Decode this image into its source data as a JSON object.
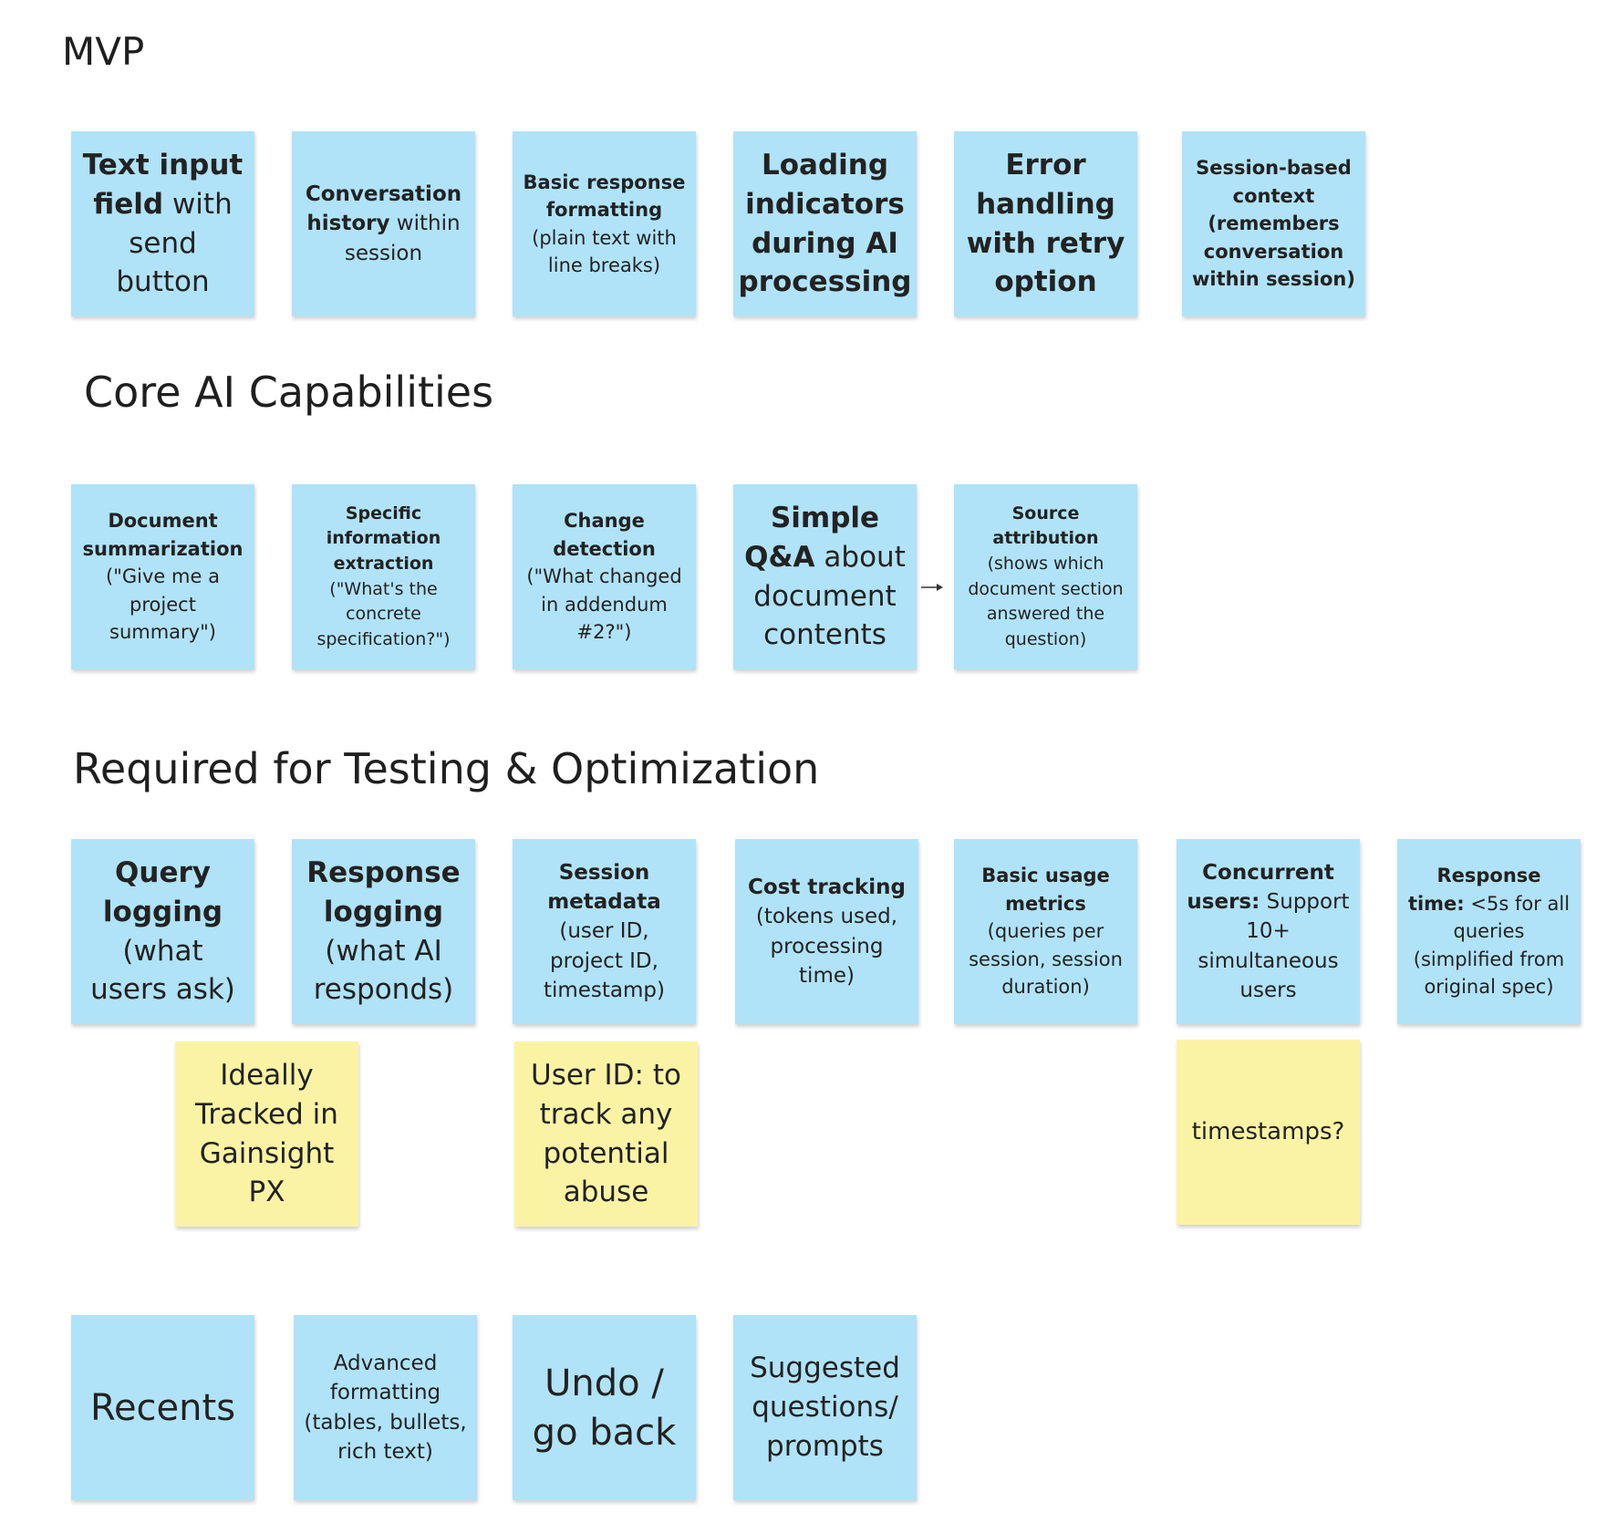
{
  "headings": {
    "mvp": "MVP",
    "core": "Core AI Capabilities",
    "testing": "Required for Testing & Optimization"
  },
  "colors": {
    "blue_sticky": "#b0e3f8",
    "yellow_sticky": "#fbf3a4",
    "text": "#1f1f1f"
  },
  "mvp": [
    {
      "bold": "Text input field",
      "rest": " with send button"
    },
    {
      "bold": "Conversation history",
      "rest": " within session"
    },
    {
      "bold": "Basic response formatting",
      "rest": " (plain text with line breaks)"
    },
    {
      "bold": "Loading indicators during AI processing",
      "rest": ""
    },
    {
      "bold": "Error handling with retry option",
      "rest": ""
    },
    {
      "bold": "Session-based context (remembers conversation within session)",
      "rest": ""
    }
  ],
  "core": [
    {
      "bold": "Document summarization",
      "rest": " (\"Give me a project summary\")"
    },
    {
      "bold": "Specific information extraction",
      "rest": " (\"What's the concrete specification?\")"
    },
    {
      "bold": "Change detection",
      "rest": " (\"What changed in addendum #2?\")"
    },
    {
      "bold": "Simple Q&A",
      "rest": " about document contents"
    },
    {
      "bold": "Source attribution",
      "rest": " (shows which document section answered the question)"
    }
  ],
  "testing": [
    {
      "bold": "Query logging",
      "rest": " (what users ask)"
    },
    {
      "bold": "Response logging",
      "rest": " (what AI responds)"
    },
    {
      "bold": "Session metadata",
      "rest": " (user ID, project ID, timestamp)"
    },
    {
      "bold": "Cost tracking",
      "rest": " (tokens used, processing time)"
    },
    {
      "bold": "Basic usage metrics",
      "rest": " (queries per session, session duration)"
    },
    {
      "bold": "Concurrent users:",
      "rest": " Support 10+ simultaneous users"
    },
    {
      "bold": "Response time:",
      "rest": " <5s for all queries (simplified from original spec)"
    }
  ],
  "notes": [
    {
      "text": "Ideally Tracked in Gainsight PX"
    },
    {
      "text": "User ID: to track any potential abuse"
    },
    {
      "text": "timestamps?"
    }
  ],
  "future": [
    {
      "text": "Recents"
    },
    {
      "text": "Advanced formatting (tables, bullets, rich text)"
    },
    {
      "text": "Undo / go back"
    },
    {
      "text": "Suggested questions/ prompts"
    }
  ]
}
